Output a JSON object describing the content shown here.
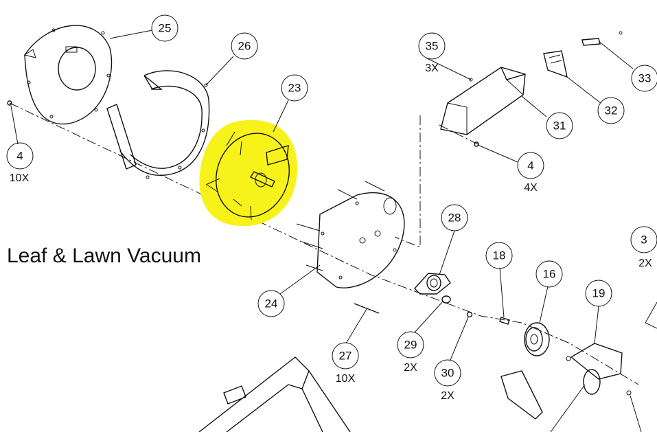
{
  "title": "Leaf & Lawn Vacuum",
  "colors": {
    "highlight": "#f7f21a",
    "line": "#111111"
  },
  "callouts": {
    "c25": {
      "number": "25",
      "qty": ""
    },
    "c26": {
      "number": "26",
      "qty": ""
    },
    "c23": {
      "number": "23",
      "qty": ""
    },
    "c4a": {
      "number": "4",
      "qty": "10X"
    },
    "c35": {
      "number": "35",
      "qty": "3X"
    },
    "c31": {
      "number": "31",
      "qty": ""
    },
    "c32": {
      "number": "32",
      "qty": ""
    },
    "c33": {
      "number": "33",
      "qty": ""
    },
    "c4b": {
      "number": "4",
      "qty": "4X"
    },
    "c3": {
      "number": "3",
      "qty": "2X"
    },
    "c28": {
      "number": "28",
      "qty": ""
    },
    "c18": {
      "number": "18",
      "qty": ""
    },
    "c16": {
      "number": "16",
      "qty": ""
    },
    "c19": {
      "number": "19",
      "qty": ""
    },
    "c24": {
      "number": "24",
      "qty": ""
    },
    "c27": {
      "number": "27",
      "qty": "10X"
    },
    "c29": {
      "number": "29",
      "qty": "2X"
    },
    "c30": {
      "number": "30",
      "qty": "2X"
    }
  }
}
